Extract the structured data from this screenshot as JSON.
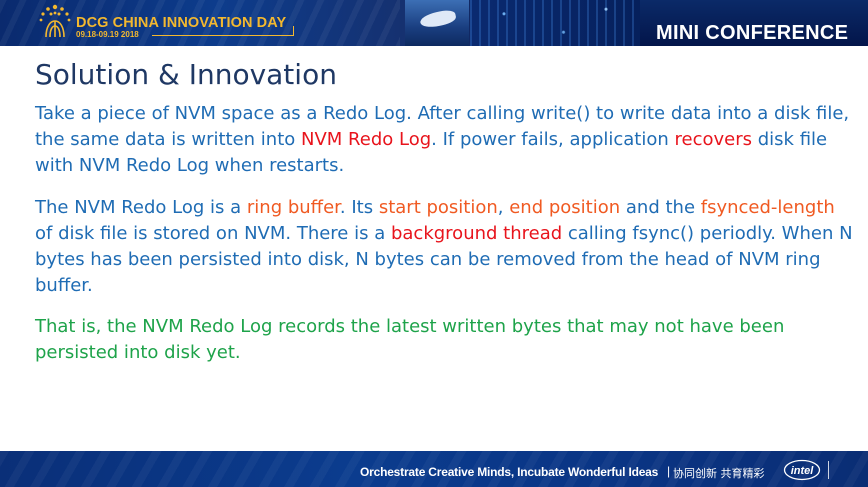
{
  "header": {
    "event_title": "DCG CHINA INNOVATION DAY",
    "event_date": "09.18-09.19 2018",
    "event_logo_icon": "sunburst-dots-icon",
    "mini_conference": "MINI CONFERENCE",
    "accent_color": "#f3b82f"
  },
  "slide": {
    "title": "Solution & Innovation",
    "paragraph1": {
      "t1": "Take a piece of NVM space as a Redo Log. After calling write() to write data into a disk file, the same data is written into ",
      "h1": "NVM Redo Log",
      "t2": ". If power fails, application ",
      "h2": "recovers",
      "t3": " disk file with NVM Redo Log when restarts."
    },
    "paragraph2": {
      "t1": "The NVM Redo Log is a ",
      "h1": "ring buffer",
      "t2": ". Its ",
      "h2": "start position",
      "t3": ", ",
      "h3": "end position",
      "t4": " and the ",
      "h4": "fsynced-length",
      "t5": " of disk file is stored on NVM. There is a ",
      "h5": "background thread",
      "t6": " calling fsync() periodly. When N bytes has been persisted into disk, N bytes can be removed from the head of NVM ring buffer."
    },
    "paragraph3": {
      "text": "That is, the NVM Redo Log records the latest written bytes that may not have been persisted into disk yet."
    },
    "colors": {
      "title": "#1f3864",
      "body": "#1f6cb4",
      "highlight_red": "#e8141c",
      "highlight_orange": "#f05a22",
      "summary_green": "#1ea34a"
    }
  },
  "footer": {
    "tagline": "Orchestrate Creative Minds, Incubate Wonderful Ideas",
    "separator": "|",
    "tagline_cn": "协同创新 共育精彩",
    "brand": "intel",
    "brand_icon": "intel-logo-icon"
  }
}
